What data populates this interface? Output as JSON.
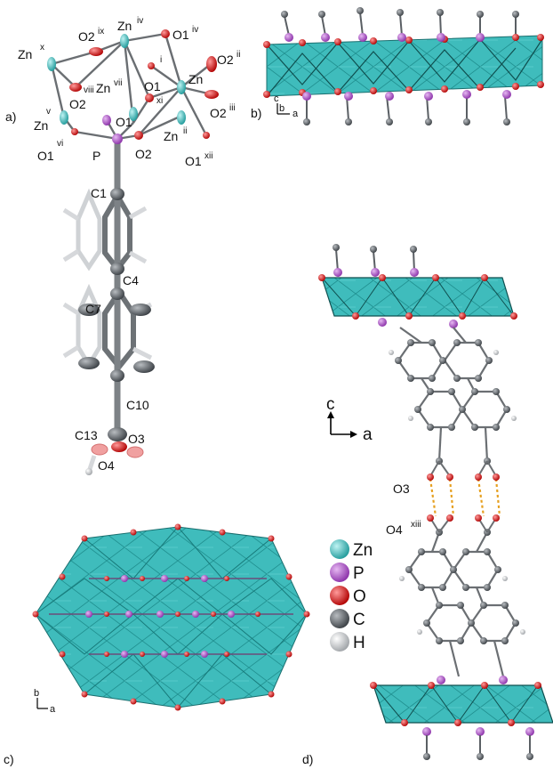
{
  "panels": {
    "a": "a)",
    "b": "b)",
    "c": "c)",
    "d": "d)"
  },
  "panel_a": {
    "atoms": [
      {
        "id": "zn_x",
        "label": "Zn",
        "sup": "x"
      },
      {
        "id": "o2_ix",
        "label": "O2",
        "sup": "ix"
      },
      {
        "id": "zn_iv",
        "label": "Zn",
        "sup": "iv"
      },
      {
        "id": "o1_iv",
        "label": "O1",
        "sup": "iv"
      },
      {
        "id": "o1_i",
        "label": "O1",
        "sup": "i"
      },
      {
        "id": "o2_ii",
        "label": "O2",
        "sup": "ii"
      },
      {
        "id": "zn",
        "label": "Zn",
        "sup": ""
      },
      {
        "id": "o2_viii",
        "label": "O2",
        "sup": "viii"
      },
      {
        "id": "zn_vii",
        "label": "Zn",
        "sup": "vii"
      },
      {
        "id": "xi",
        "label": "",
        "sup": "xi"
      },
      {
        "id": "zn_v",
        "label": "Zn",
        "sup": "v"
      },
      {
        "id": "o1",
        "label": "O1",
        "sup": ""
      },
      {
        "id": "o2_iii",
        "label": "O2",
        "sup": "iii"
      },
      {
        "id": "o1_vi",
        "label": "O1",
        "sup": "vi"
      },
      {
        "id": "p",
        "label": "P",
        "sup": ""
      },
      {
        "id": "o2",
        "label": "O2",
        "sup": ""
      },
      {
        "id": "zn_ii",
        "label": "Zn",
        "sup": "ii"
      },
      {
        "id": "o1_xii",
        "label": "O1",
        "sup": "xii"
      },
      {
        "id": "c1",
        "label": "C1",
        "sup": ""
      },
      {
        "id": "c4",
        "label": "C4",
        "sup": ""
      },
      {
        "id": "c7",
        "label": "C7",
        "sup": ""
      },
      {
        "id": "c10",
        "label": "C10",
        "sup": ""
      },
      {
        "id": "c13",
        "label": "C13",
        "sup": ""
      },
      {
        "id": "o3",
        "label": "O3",
        "sup": ""
      },
      {
        "id": "o4",
        "label": "O4",
        "sup": ""
      }
    ]
  },
  "axes": {
    "b": {
      "c": "c",
      "b": "b",
      "a": "a"
    },
    "c": {
      "b": "b",
      "a": "a"
    },
    "d": {
      "c": "c",
      "a": "a"
    }
  },
  "panel_d": {
    "o3": "O3",
    "o4": "O4",
    "o4_sup": "xiii"
  },
  "legend": [
    {
      "label": "Zn",
      "color": "#3bb8b8"
    },
    {
      "label": "P",
      "color": "#a64dc4"
    },
    {
      "label": "O",
      "color": "#d81818"
    },
    {
      "label": "C",
      "color": "#4a4f55"
    },
    {
      "label": "H",
      "color": "#bfc3c7"
    }
  ],
  "colors": {
    "zn": "#3bb8b8",
    "p": "#a64dc4",
    "o": "#d81818",
    "c": "#5a6066",
    "h": "#c9ccd0",
    "poly": "#42c3c3",
    "hbond": "#e6a020"
  }
}
